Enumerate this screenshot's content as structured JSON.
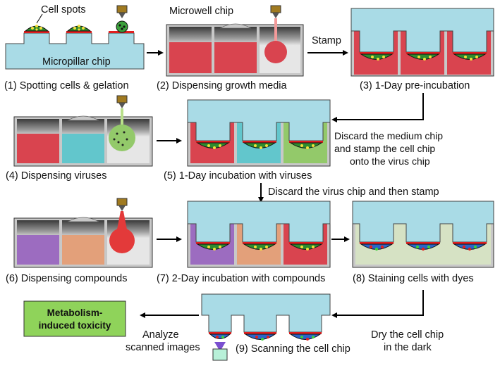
{
  "labels": {
    "cell_spots": "Cell spots",
    "micropillar_chip": "Micropillar chip",
    "microwell_chip": "Microwell chip",
    "stamp": "Stamp",
    "step1": "(1) Spotting cells & gelation",
    "step2": "(2) Dispensing growth media",
    "step3": "(3) 1-Day pre-incubation",
    "discard_line1": "Discard the medium chip",
    "discard_line2": "and stamp the cell chip",
    "discard_line3": "onto the virus chip",
    "step4": "(4) Dispensing viruses",
    "step5": "(5) 1-Day incubation with viruses",
    "discard_virus": "Discard the virus chip and then stamp",
    "step6": "(6) Dispensing compounds",
    "step7": "(7) 2-Day incubation with compounds",
    "step8": "(8) Staining cells with dyes",
    "result_line1": "Metabolism-",
    "result_line2": "induced toxicity",
    "analyze_line1": "Analyze",
    "analyze_line2": "scanned images",
    "step9": "(9) Scanning the cell chip",
    "dry_line1": "Dry the cell chip",
    "dry_line2": "in the dark"
  },
  "colors": {
    "pillar_chip": "#a9dbe6",
    "well_frame": "#c8c8c8",
    "growth_media": "#d9444f",
    "virus_teal": "#62c6cc",
    "virus_green": "#93c96a",
    "compound_purple": "#9c6cc0",
    "compound_peach": "#e3a07a",
    "compound_red": "#e33a3a",
    "stain_bg": "#d6e2c4",
    "result_box": "#8fd35a",
    "spot_red": "#e02020",
    "spot_green": "#2e8b2e"
  }
}
